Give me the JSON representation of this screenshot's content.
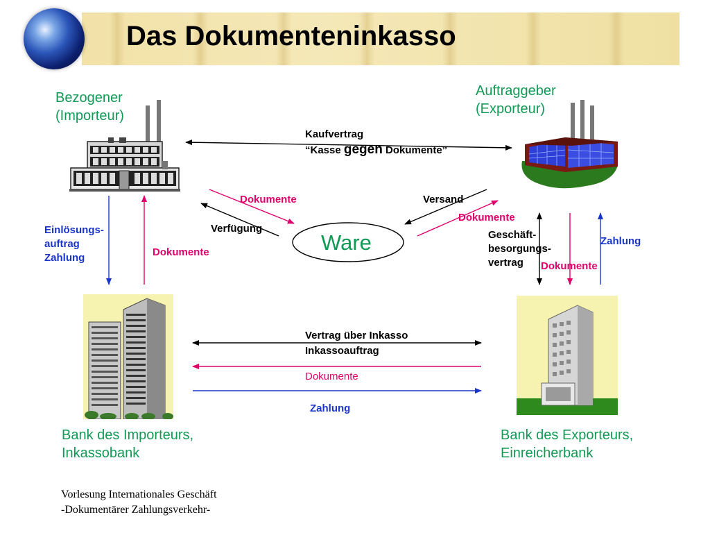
{
  "slide": {
    "title": "Das Dokumenteninkasso"
  },
  "parties": {
    "importer_line1": "Bezogener",
    "importer_line2": "(Importeur)",
    "exporter_line1": "Auftraggeber",
    "exporter_line2": "(Exporteur)",
    "importer_bank_line1": "Bank des Importeurs,",
    "importer_bank_line2": "Inkassobank",
    "exporter_bank_line1": "Bank des Exporteurs,",
    "exporter_bank_line2": "Einreicherbank"
  },
  "center": {
    "ware": "Ware"
  },
  "labels": {
    "kaufvertrag": "Kaufvertrag",
    "kasse_pre": "“Kasse ",
    "kasse_gegen": "gegen",
    "kasse_post": " Dokumente”",
    "dokumente_top_left": "Dokumente",
    "versand": "Versand",
    "dokumente_top_right": "Dokumente",
    "verfuegung": "Verfügung",
    "einloesung_1": "Einlösungs-",
    "einloesung_2": "auftrag",
    "einloesung_3": "Zahlung",
    "dokumente_left_vertical": "Dokumente",
    "geschaeft_1": "Geschäft-",
    "geschaeft_2": "besorgungs-",
    "geschaeft_3": "vertrag",
    "zahlung_right": "Zahlung",
    "dokumente_right_vertical": "Dokumente",
    "vertrag_inkasso": "Vertrag über Inkasso",
    "inkassoauftrag": "Inkassoauftrag",
    "dokumente_bottom": "Dokumente",
    "zahlung_bottom": "Zahlung"
  },
  "footer": {
    "line1": "Vorlesung Internationales Geschäft",
    "line2": "-Dokumentärer Zahlungsverkehr-"
  },
  "colors": {
    "green_text": "#119a55",
    "pink": "#e0006b",
    "blue": "#1a35cc",
    "banner": "#f2e2a8"
  },
  "icons": {
    "logo": "globe-icon",
    "importer": "factory-icon",
    "exporter": "factory-icon",
    "importer_bank": "office-building-icon",
    "exporter_bank": "office-building-icon"
  }
}
